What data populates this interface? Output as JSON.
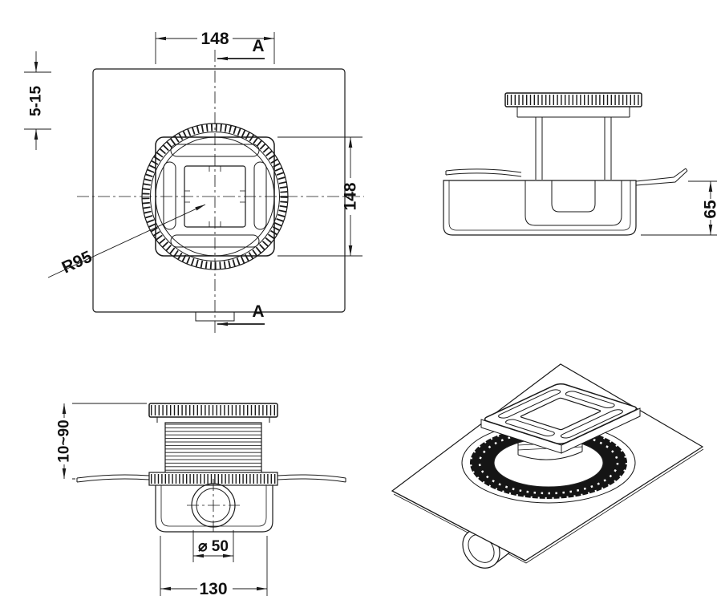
{
  "drawing": {
    "colors": {
      "line": "#1a1a1a",
      "background": "#ffffff"
    },
    "views": {
      "plan": {
        "dim_width_top": "148",
        "dim_height_right": "148",
        "dim_membrane_thickness": "5-15",
        "radius_label": "R95",
        "section_label_top": "A",
        "section_label_bottom": "A"
      },
      "side": {
        "dim_height": "65"
      },
      "front": {
        "dim_adjustable_height": "10~90",
        "dim_outlet_diameter": "⌀ 50",
        "dim_body_width": "130"
      }
    }
  }
}
